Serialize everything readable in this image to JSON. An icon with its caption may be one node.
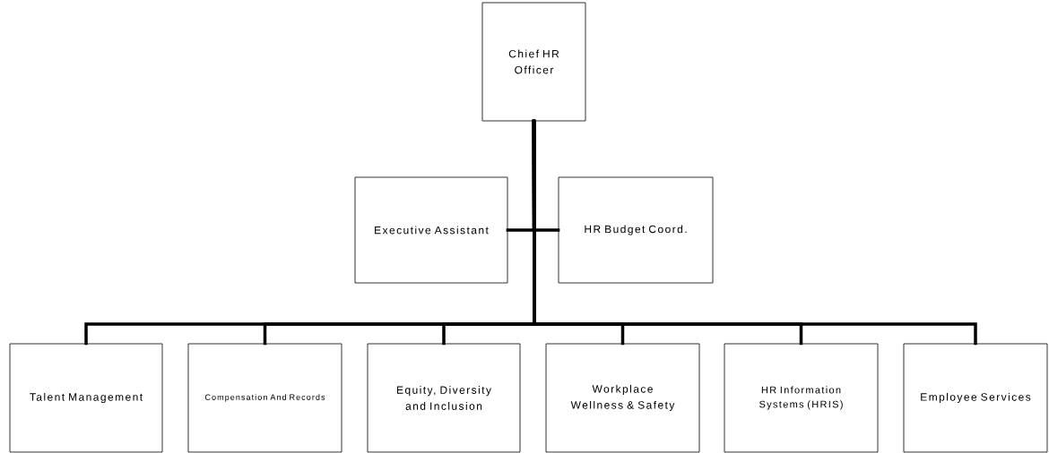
{
  "diagram": {
    "nodes": [
      {
        "text": [
          "Chief HR Officer"
        ]
      },
      {
        "text": [
          "Executive Assistant"
        ]
      },
      {
        "text": [
          "HR Budget Coord."
        ]
      },
      {
        "text": [
          "Talent Management"
        ]
      },
      {
        "text": [
          "Compensation And Records"
        ]
      },
      {
        "text": [
          "Equity, Diversity and Inclusion"
        ]
      },
      {
        "text": [
          "Workplace Wellness & Safety"
        ]
      },
      {
        "text": [
          "HR Information Systems (HRIS)"
        ]
      },
      {
        "text": [
          "Employee Services"
        ]
      }
    ],
    "edges": [
      {
        "from": 0,
        "to": 1,
        "arrow": "none"
      },
      {
        "from": 0,
        "to": 2,
        "arrow": "none"
      },
      {
        "from": 0,
        "to": 3,
        "arrow": "none"
      },
      {
        "from": 0,
        "to": 4,
        "arrow": "none"
      },
      {
        "from": 0,
        "to": 5,
        "arrow": "none"
      },
      {
        "from": 0,
        "to": 6,
        "arrow": "none"
      },
      {
        "from": 0,
        "to": 7,
        "arrow": "none"
      },
      {
        "from": 0,
        "to": 8,
        "arrow": "none"
      }
    ]
  }
}
